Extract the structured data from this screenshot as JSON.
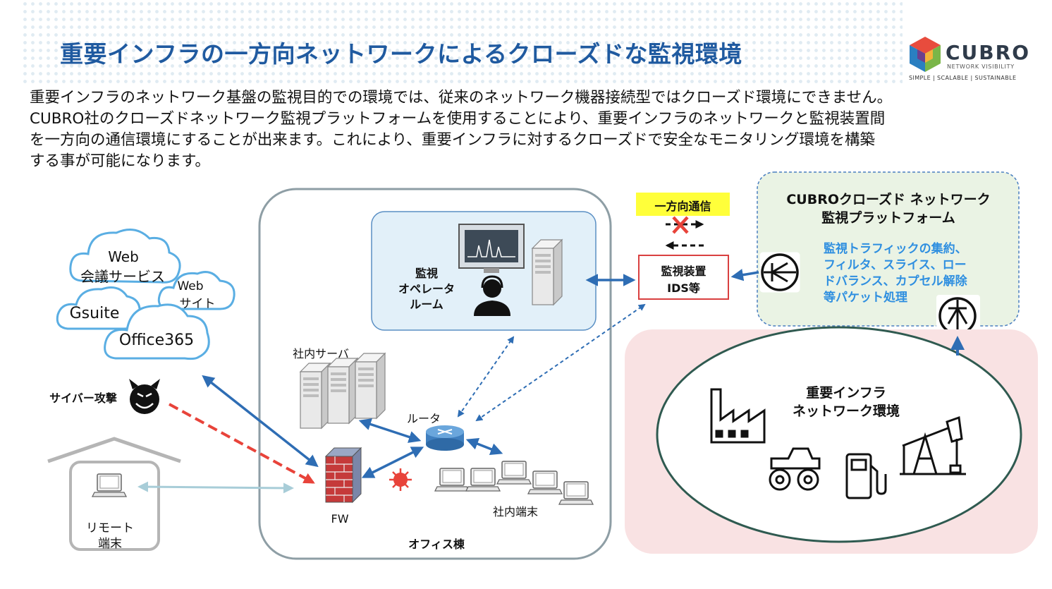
{
  "title": "重要インフラの一方向ネットワークによるクローズドな監視環境",
  "logo": {
    "name": "CUBRO",
    "sub": "NETWORK VISIBILITY",
    "tagline": "SIMPLE | SCALABLE | SUSTAINABLE"
  },
  "description": [
    "重要インフラのネットワーク基盤の監視目的での環境では、従来のネットワーク機器接続型ではクローズド環境にできません。",
    "CUBRO社のクローズドネットワーク監視プラットフォームを使用することにより、重要インフラのネットワークと監視装置間",
    "を一方向の通信環境にすることが出来ます。これにより、重要インフラに対するクローズドで安全なモニタリング環境を構築",
    "する事が可能になります。"
  ],
  "clouds": {
    "web_meeting_1": "Web",
    "web_meeting_2": "会議サービス",
    "website_1": "Web",
    "website_2": "サイト",
    "gsuite": "Gsuite",
    "office365": "Office365"
  },
  "cyber_attack": "サイバー攻撃",
  "remote": {
    "line1": "リモート",
    "line2": "端末"
  },
  "office": {
    "building": "オフィス棟",
    "server": "社内サーバ",
    "router": "ルータ",
    "fw": "FW",
    "terminal": "社内端末",
    "ops_room_1": "監視",
    "ops_room_2": "オペレータ",
    "ops_room_3": "ルーム"
  },
  "one_way": "一方向通信",
  "ids": {
    "line1": "監視装置",
    "line2": "IDS等"
  },
  "platform": {
    "title_1": "CUBROクローズド ネットワーク",
    "title_2": "監視プラットフォーム",
    "desc_1": "監視トラフィックの集約、",
    "desc_2": "フィルタ、スライス、ロー",
    "desc_3": "ドバランス、カプセル解除",
    "desc_4": "等パケット処理"
  },
  "infra": {
    "line1": "重要インフラ",
    "line2": "ネットワーク環境"
  },
  "colors": {
    "title": "#1f5aa0",
    "arrow_blue": "#2e6db4",
    "attack_red": "#e8433a",
    "platform_text": "#2f8fe0",
    "highlight": "#ffff3a",
    "infra_bg": "#f9e2e3",
    "ops_bg": "#e2f0f9",
    "platform_bg": "#eaf3e4"
  }
}
